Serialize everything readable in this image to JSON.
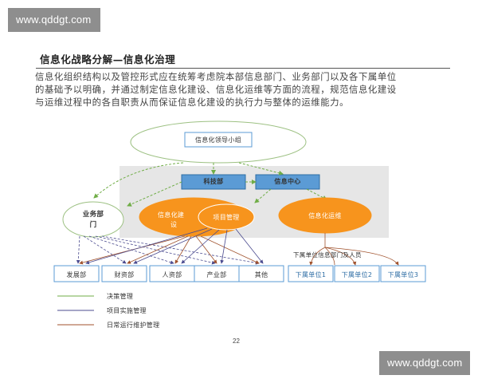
{
  "watermark": {
    "top": "www.qddgt.com",
    "bottom": "www.qddgt.com"
  },
  "header": {
    "title": "信息化战略分解—信息化治理"
  },
  "paragraph": {
    "lines": [
      "信息化组织结构以及管控形式应在统筹考虑院本部信息部门、业务部门以及各下属单位",
      "的基础予以明确，并通过制定信息化建设、信息化运维等方面的流程，规范信息化建设",
      "与运维过程中的各自职责从而保证信息化建设的执行力与整体的运维能力。"
    ]
  },
  "diagram": {
    "leadership": "信息化领导小组",
    "tech_dept": "科技部",
    "info_center": "信息中心",
    "business_dept_line1": "业务部",
    "business_dept_line2": "门",
    "it_build_line1": "信息化建",
    "it_build_line2": "设",
    "project_mgmt": "项目管理",
    "it_ops": "信息化运维",
    "sub_ops_label": "下属单位信息部门及人员",
    "departments": [
      "发展部",
      "财资部",
      "人资部",
      "产业部",
      "其他"
    ],
    "subsidiaries": [
      "下属单位1",
      "下属单位2",
      "下属单位3"
    ],
    "legend": [
      "决策管理",
      "项目实施管理",
      "日常运行维护管理"
    ],
    "colors": {
      "orange": "#f7941d",
      "blue_box": "#5b9bd5",
      "green_line": "#70ad47",
      "purple_line": "#4b4b8f",
      "brown_line": "#a0522d"
    }
  },
  "page_number": "22"
}
